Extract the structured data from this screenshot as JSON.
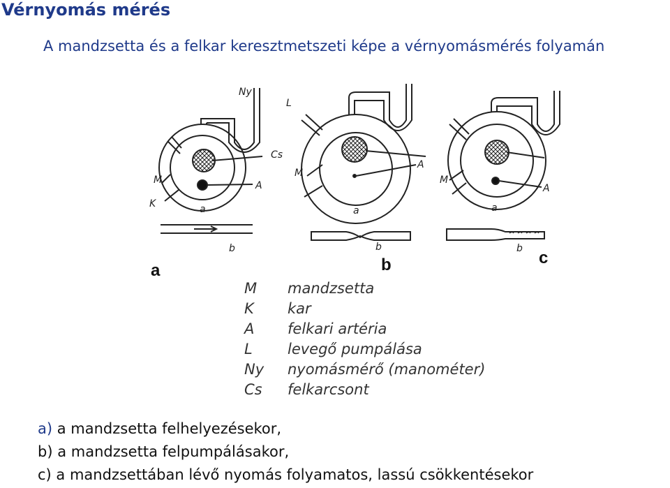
{
  "title": "Vérnyomás mérés",
  "subtitle": "A mandzsetta és a felkar keresztmetszeti képe a vérnyomásmérés folyamán",
  "panels": [
    {
      "id": "a",
      "label": "a",
      "sub_a": "a",
      "sub_b": "b",
      "M": "M",
      "K": "K",
      "A": "A",
      "Ny": "Ny",
      "Cs": "Cs"
    },
    {
      "id": "b",
      "label": "b",
      "sub_a": "a",
      "sub_b": "b",
      "M": "M",
      "L": "L",
      "A": "A"
    },
    {
      "id": "c",
      "label": "c",
      "sub_a": "a",
      "sub_b": "b",
      "M": "M",
      "A": "A"
    }
  ],
  "legend": [
    {
      "key": "M",
      "text": "mandzsetta"
    },
    {
      "key": "K",
      "text": "kar"
    },
    {
      "key": "A",
      "text": "felkari artéria"
    },
    {
      "key": "L",
      "text": "levegő pumpálása"
    },
    {
      "key": "Ny",
      "text": "nyomásmérő (manométer)"
    },
    {
      "key": "Cs",
      "text": "felkarcsont"
    }
  ],
  "captions": [
    {
      "key": "a)",
      "text": " a mandzsetta felhelyezésekor,"
    },
    {
      "key": "b)",
      "text": " a mandzsetta felpumpálásakor,"
    },
    {
      "key": "c)",
      "text": " a mandzsettában lévő nyomás folyamatos, lassú csökkentésekor"
    }
  ]
}
